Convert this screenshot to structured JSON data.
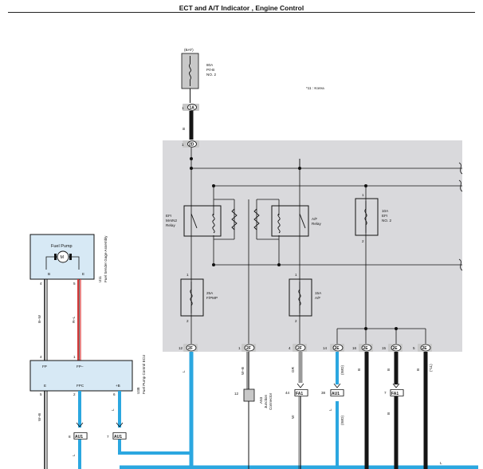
{
  "title": "ECT and A/T Indicator , Engine Control",
  "note": "*11 : Korea",
  "colors": {
    "blue_wire": "#2ba7e0",
    "red_wire": "#d93a3a",
    "black_wire": "#151515",
    "gray_wire": "#9a9a9a",
    "ecu_box": "#d7e9f5",
    "relay_block": "#d9d9dc",
    "connector_fill": "#c8c8c8"
  },
  "battery": {
    "label": "(BAT)"
  },
  "main_fuse": {
    "line1": "80A",
    "line2": "P/I-B",
    "line3": "NO. 2"
  },
  "top_connectors": [
    {
      "pin": "1",
      "id": "1A"
    },
    {
      "pin": "1",
      "id": "2D"
    }
  ],
  "wire_b": "B",
  "relays": {
    "efi_main2": {
      "line1": "EFI",
      "line2": "MAIN2",
      "line3": "Relay"
    },
    "af": {
      "line1": "A/F",
      "line2": "Relay"
    }
  },
  "fuses": [
    {
      "line1": "10A",
      "line2": "EFI",
      "line3": "NO. 2",
      "pin_top": "1",
      "pin_bottom": "2"
    },
    {
      "line1": "25A",
      "line2": "F/PMP",
      "pin_top": "1",
      "pin_bottom": "2"
    },
    {
      "line1": "15A",
      "line2": "A/F",
      "pin_top": "1",
      "pin_bottom": "2"
    }
  ],
  "bottom_connectors": [
    {
      "pin": "12",
      "id": "2F"
    },
    {
      "pin": "1",
      "id": "2F"
    },
    {
      "pin": "4",
      "id": "2F"
    },
    {
      "pin": "14",
      "id": "2E"
    },
    {
      "pin": "16",
      "id": "2E"
    },
    {
      "pin": "15",
      "id": "2E"
    },
    {
      "pin": "5",
      "id": "2E"
    }
  ],
  "wire_labels": {
    "w_b": "W–B",
    "gr": "GR",
    "iwd": "(IWD)",
    "l": "L",
    "b": "B",
    "w": "W",
    "star11": "(*11)",
    "r_l": "R–L",
    "b_w": "B–W"
  },
  "junction_connector": {
    "id": "A53",
    "line1": "Junction",
    "line2": "Connector",
    "pin": "12"
  },
  "branch_connectors": [
    {
      "pin": "44",
      "id": "FA1"
    },
    {
      "pin": "38",
      "id": "AU1"
    },
    {
      "pin": "7",
      "id": "FA1"
    }
  ],
  "fuel_pump": {
    "name": "Fuel Pump",
    "motor": "M",
    "pin_b": "B",
    "pin_e": "E",
    "pin_num_left": "4",
    "pin_num_right": "5",
    "code": "U11",
    "assembly": "Fuel Sender Gage Assembly"
  },
  "ecu": {
    "pin_fp": "FP",
    "pin_fp_minus": "FP–",
    "pin_e": "E",
    "pin_fpc": "FPC",
    "pin_plus_b": "+B",
    "num_e": "5",
    "num_fpc": "2",
    "num_b": "6",
    "num_fp": "4",
    "num_fpm": "1",
    "code": "U38",
    "name": "Fuel Pump Control ECU"
  },
  "ecu_connectors": [
    {
      "pin": "8",
      "id": "AU1"
    },
    {
      "pin": "7",
      "id": "AU1"
    }
  ]
}
